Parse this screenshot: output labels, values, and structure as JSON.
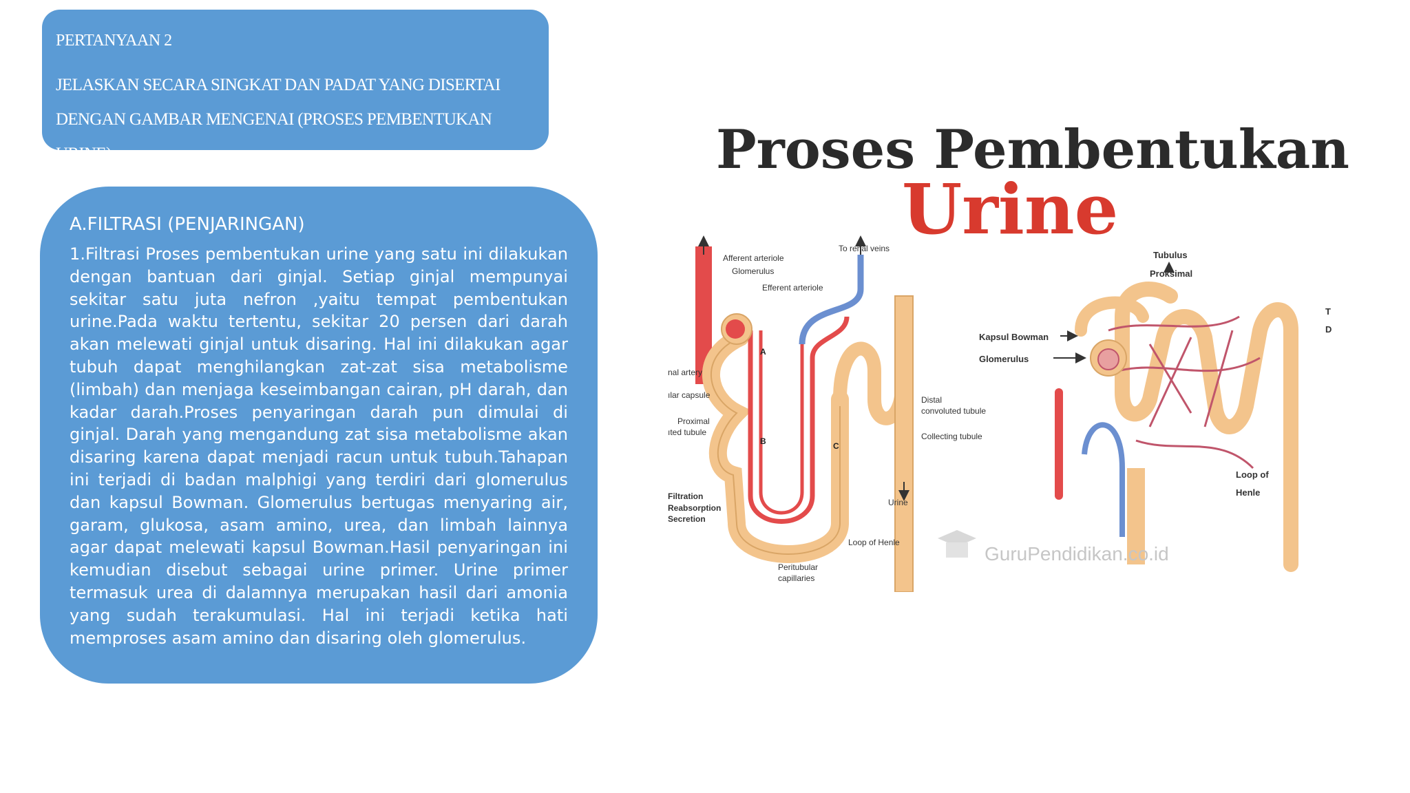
{
  "question": {
    "number": "PERTANYAAN 2",
    "text": "JELASKAN SECARA SINGKAT DAN PADAT YANG DISERTAI DENGAN GAMBAR MENGENAI (PROSES PEMBENTUKAN URINE)"
  },
  "answer": {
    "heading": "A.FILTRASI (PENJARINGAN)",
    "body": "1.Filtrasi Proses pembentukan urine yang satu ini dilakukan dengan bantuan dari ginjal. Setiap ginjal mempunyai sekitar satu juta nefron ,yaitu tempat pembentukan urine.Pada waktu tertentu, sekitar 20 persen dari darah akan melewati ginjal untuk disaring. Hal ini dilakukan agar tubuh dapat menghilangkan zat-zat sisa metabolisme (limbah) dan menjaga keseimbangan cairan, pH darah, dan kadar darah.Proses penyaringan darah pun dimulai di ginjal. Darah yang mengandung zat sisa metabolisme akan disaring karena dapat menjadi racun untuk tubuh.Tahapan ini terjadi di badan malphigi yang terdiri dari glomerulus dan kapsul Bowman. Glomerulus bertugas menyaring air, garam, glukosa, asam amino, urea, dan limbah lainnya agar dapat melewati kapsul Bowman.Hasil penyaringan ini kemudian disebut sebagai urine primer. Urine primer termasuk urea di dalamnya merupakan hasil dari amonia yang sudah terakumulasi. Hal ini terjadi ketika hati memproses asam amino dan disaring oleh glomerulus."
  },
  "figure": {
    "title_line1": "Proses Pembentukan",
    "title_line2": "Urine",
    "watermark": "GuruPendidikan.co.id",
    "left_labels": {
      "afferent": "Afferent arteriole",
      "glomerulus": "Glomerulus",
      "efferent": "Efferent arteriole",
      "renal_veins": "To renal veins",
      "renal_artery": "nal artery",
      "capsule": "ılar capsule",
      "proximal1": "Proximal",
      "proximal2": "ıted tubule",
      "distal1": "Distal",
      "distal2": "convoluted tubule",
      "collecting": "Collecting tubule",
      "filtration": "Filtration",
      "reabsorption": "Reabsorption",
      "secretion": "Secretion",
      "urine": "Urine",
      "loop": "Loop of Henle",
      "peritubular1": "Peritubular",
      "peritubular2": "capillaries",
      "mark_a": "A",
      "mark_b": "B",
      "mark_c": "C"
    },
    "right_labels": {
      "tubulus1": "Tubulus",
      "tubulus2": "Proksimal",
      "bowman": "Kapsul Bowman",
      "glomerulus": "Glomerulus",
      "t": "T",
      "d": "D",
      "loop1": "Loop of",
      "loop2": "Henle"
    },
    "colors": {
      "tubule": "#f3c48c",
      "artery": "#e34b4b",
      "vein": "#6b8fd0",
      "title_red": "#d83a2e"
    }
  }
}
